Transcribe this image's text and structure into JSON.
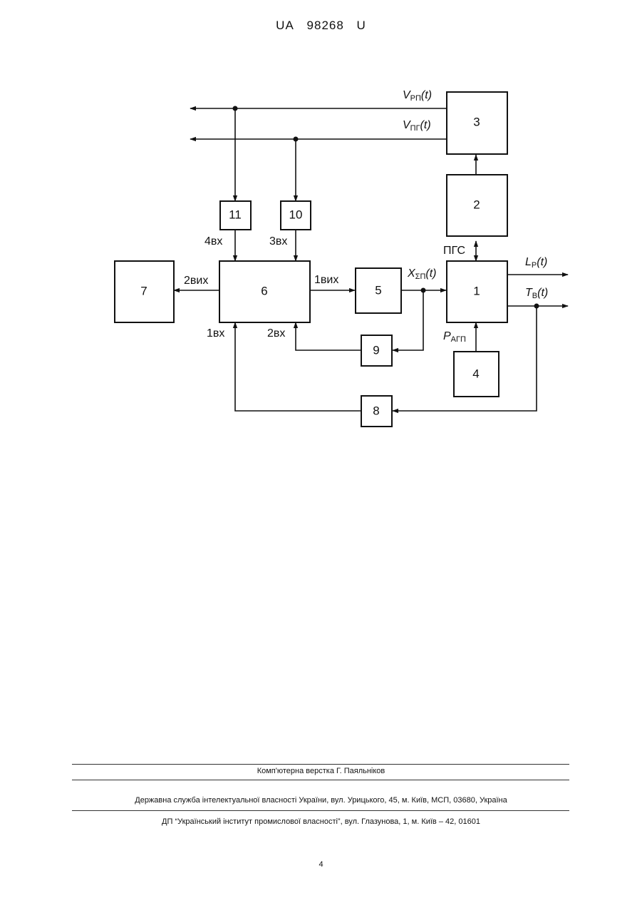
{
  "header": {
    "prefix": "UA",
    "number": "98268",
    "suffix": "U"
  },
  "diagram": {
    "blocks": {
      "b1": "1",
      "b2": "2",
      "b3": "3",
      "b4": "4",
      "b5": "5",
      "b6": "6",
      "b7": "7",
      "b8": "8",
      "b9": "9",
      "b10": "10",
      "b11": "11"
    },
    "ports": {
      "in4": "4вх",
      "in3": "3вх",
      "out2": "2вих",
      "out1": "1вих",
      "in1": "1вх",
      "in2": "2вх"
    },
    "signals": {
      "v_rp": {
        "main": "V",
        "sub": "РП",
        "arg": "(t)"
      },
      "v_pg": {
        "main": "V",
        "sub": "ПГ",
        "arg": "(t)"
      },
      "pgs": "ПГС",
      "l_p": {
        "main": "L",
        "sub": "Р",
        "arg": "(t)"
      },
      "t_v": {
        "main": "T",
        "sub": "В",
        "arg": "(t)"
      },
      "x_sp": {
        "main": "X",
        "sub": "ΣП",
        "arg": "(t)"
      },
      "p_agp": {
        "main": "P",
        "sub": "АГП"
      }
    }
  },
  "footer": {
    "layout": "Комп'ютерна верстка Г. Паяльніков",
    "agency": "Державна служба інтелектуальної власності України, вул. Урицького, 45, м. Київ, МСП, 03680, Україна",
    "institute": "ДП “Український інститут промислової власності”, вул. Глазунова, 1, м. Київ – 42, 01601"
  },
  "page_number": "4"
}
